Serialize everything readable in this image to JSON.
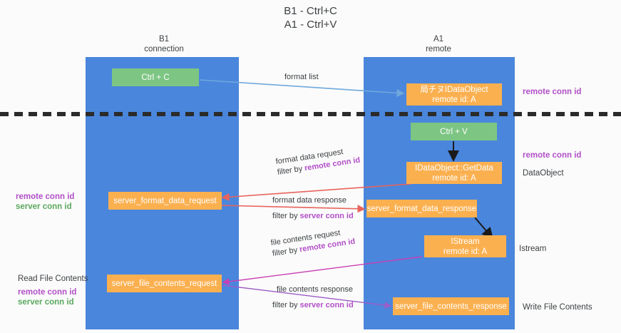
{
  "title": {
    "line1": "B1 - Ctrl+C",
    "line2": "A1 - Ctrl+V"
  },
  "columns": {
    "left": {
      "name": "B1",
      "role": "connection"
    },
    "right": {
      "name": "A1",
      "role": "remote"
    }
  },
  "colors": {
    "lane": "#4a86dc",
    "green_box": "#7dc583",
    "orange_box": "#fbb050",
    "remote_conn_id": "#b24fc8",
    "server_conn_id": "#5aa85f",
    "arrow_blue": "#6fa8dc",
    "arrow_red": "#e8645c",
    "arrow_magenta": "#c83fb4",
    "arrow_purple": "#9b5cc8",
    "arrow_black": "#1a1a1a",
    "divider": "#2b2b2b"
  },
  "nodes": {
    "ctrl_c": {
      "label": "Ctrl + C",
      "kind": "green"
    },
    "ctrl_v": {
      "label": "Ctrl + V",
      "kind": "green"
    },
    "idataobject_create": {
      "line1": "局チヌIDataObject",
      "line2": "remote id: A",
      "kind": "orange"
    },
    "idataobject_getdata": {
      "line1": "IDataObject::GetData",
      "line2": "remote id: A",
      "kind": "orange"
    },
    "istream": {
      "line1": "IStream",
      "line2": "remote id: A",
      "kind": "orange"
    },
    "server_format_data_request": {
      "label": "server_format_data_request",
      "kind": "orange"
    },
    "server_format_data_response": {
      "label": "server_format_data_response",
      "kind": "orange"
    },
    "server_file_contents_request": {
      "label": "server_file_contents_request",
      "kind": "orange"
    },
    "server_file_contents_response": {
      "label": "server_file_contents_response",
      "kind": "orange"
    }
  },
  "edges": {
    "format_list": {
      "label": "format list"
    },
    "format_data_request": {
      "line1": "format data request",
      "filter_prefix": "filter by ",
      "filter_key": "remote conn id"
    },
    "format_data_response": {
      "line1": "format data response",
      "filter_prefix": "filter by ",
      "filter_key": "server conn id"
    },
    "file_contents_request": {
      "line1": "file contents request",
      "filter_prefix": "filter by ",
      "filter_key": "remote conn id"
    },
    "file_contents_response": {
      "line1": "file contents response",
      "filter_prefix": "filter by ",
      "filter_key": "server conn id"
    }
  },
  "annotations": {
    "right_remote_conn_id_top": "remote conn id",
    "right_remote_conn_id_mid": "remote conn id",
    "right_dataobject": "DataObject",
    "right_istream": "Istream",
    "right_write_file_contents": "Write File Contents",
    "left_remote_conn_id_mid": "remote conn id",
    "left_server_conn_id_mid": "server conn id",
    "left_read_file_contents": "Read File Contents",
    "left_remote_conn_id_bottom": "remote conn id",
    "left_server_conn_id_bottom": "server conn id"
  }
}
